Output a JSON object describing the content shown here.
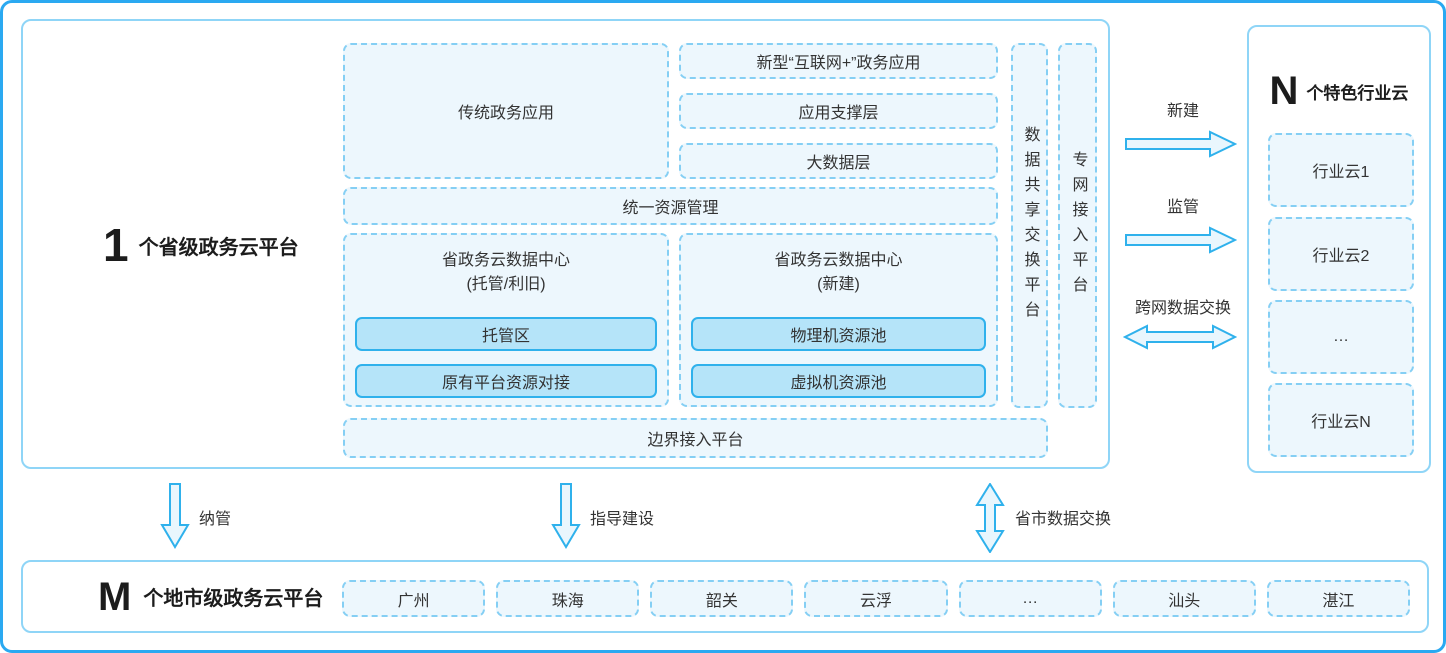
{
  "colors": {
    "accent": "#2AA9F1",
    "panel_border": "#8FD5F7",
    "dashed_border": "#85CFF4",
    "dashed_fill": "#EDF7FD",
    "solid_box_fill": "#B5E4F9",
    "solid_box_border": "#2FB1EC",
    "arrow_stroke": "#2FB1EC",
    "arrow_fill": "#E9F6FD",
    "text": "#333333"
  },
  "province_panel": {
    "title_prefix": "1",
    "title_suffix": "个省级政务云平台",
    "traditional_apps": "传统政务应用",
    "app_stack": [
      "新型“互联网+”政务应用",
      "应用支撑层",
      "大数据层"
    ],
    "unified_resource": "统一资源管理",
    "datacenter_hosted": {
      "title_line1": "省政务云数据中心",
      "title_line2": "(托管/利旧)",
      "box1": "托管区",
      "box2": "原有平台资源对接"
    },
    "datacenter_new": {
      "title_line1": "省政务云数据中心",
      "title_line2": "(新建)",
      "box1": "物理机资源池",
      "box2": "虚拟机资源池"
    },
    "boundary_access": "边界接入平台",
    "data_exchange_column": "数据共享交换平台",
    "private_network_column": "专网接入平台"
  },
  "industry_panel": {
    "title_prefix": "N",
    "title_suffix": "个特色行业云",
    "clouds": [
      "行业云1",
      "行业云2",
      "…",
      "行业云N"
    ]
  },
  "city_panel": {
    "title_prefix": "M",
    "title_suffix": "个地市级政务云平台",
    "cities": [
      "广州",
      "珠海",
      "韶关",
      "云浮",
      "…",
      "汕头",
      "湛江"
    ]
  },
  "flows": {
    "create_new": "新建",
    "supervise": "监管",
    "cross_network": "跨网数据交换",
    "manage": "纳管",
    "guide_construction": "指导建设",
    "province_city_exchange": "省市数据交换"
  }
}
